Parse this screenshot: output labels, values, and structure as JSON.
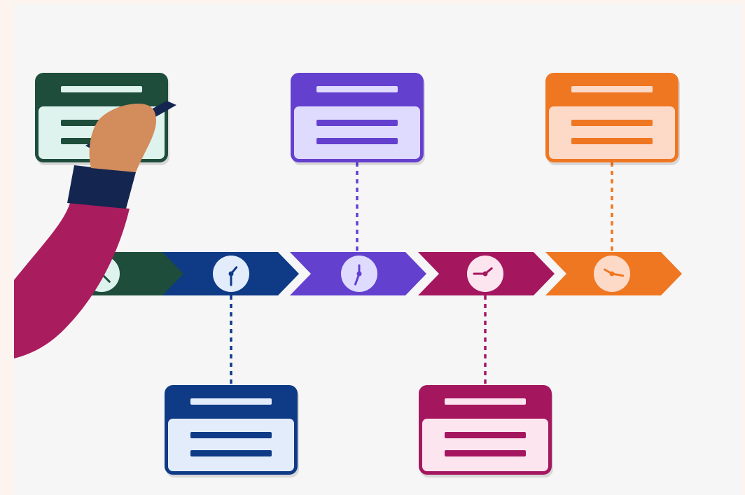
{
  "colors": {
    "page_background": "#fdf4f0",
    "panel_background": "#f6f6f7",
    "green": "#1e4d3c",
    "green_light": "#dff3ee",
    "blue": "#0e3a86",
    "blue_light": "#e3ecfb",
    "purple": "#6440cf",
    "purple_light": "#dedbff",
    "magenta": "#a4175f",
    "magenta_light": "#fde5ef",
    "orange": "#ef7721",
    "orange_light": "#fdd9c8",
    "skin": "#d38c5b",
    "sleeve": "#a91d5f",
    "cuff": "#142650"
  },
  "icons": {
    "clock": "clock-icon",
    "marker": "marker-icon"
  },
  "timeline": {
    "stages": [
      {
        "id": "green",
        "color_key": "green",
        "light_key": "green_light",
        "card_side": "top",
        "clock_hour_angle": -45,
        "clock_minute_angle": 135
      },
      {
        "id": "blue",
        "color_key": "blue",
        "light_key": "blue_light",
        "card_side": "bottom",
        "clock_hour_angle": 40,
        "clock_minute_angle": 180
      },
      {
        "id": "purple",
        "color_key": "purple",
        "light_key": "purple_light",
        "card_side": "top",
        "clock_hour_angle": 0,
        "clock_minute_angle": 200
      },
      {
        "id": "magenta",
        "color_key": "magenta",
        "light_key": "magenta_light",
        "card_side": "bottom",
        "clock_hour_angle": 50,
        "clock_minute_angle": 270
      },
      {
        "id": "orange",
        "color_key": "orange",
        "light_key": "orange_light",
        "card_side": "top",
        "clock_hour_angle": -60,
        "clock_minute_angle": 100
      }
    ]
  }
}
